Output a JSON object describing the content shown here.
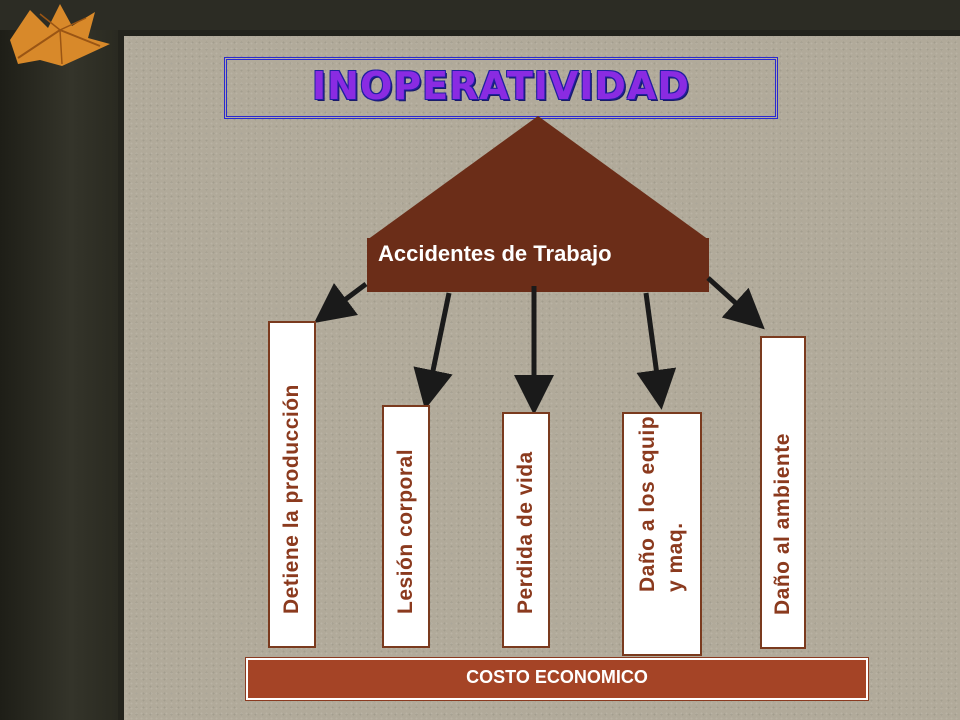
{
  "title": "INOPERATIVIDAD",
  "hub": {
    "label": "Accidentes de Trabajo"
  },
  "consequences": [
    {
      "label": "Detiene la producción"
    },
    {
      "label": "Lesión corporal"
    },
    {
      "label": "Perdida de vida"
    },
    {
      "label_line1": "Daño a los equip",
      "label_line2": "y maq."
    },
    {
      "label": "Daño al ambiente"
    }
  ],
  "footer": {
    "label": "COSTO ECONOMICO"
  },
  "colors": {
    "hub_fill": "#6b2d18",
    "footer_fill": "#a54426",
    "box_text": "#8b3a1e",
    "title_fill": "#8a2be2",
    "title_border": "#2a2ad0",
    "slide_bg": "#b1aa9a"
  }
}
